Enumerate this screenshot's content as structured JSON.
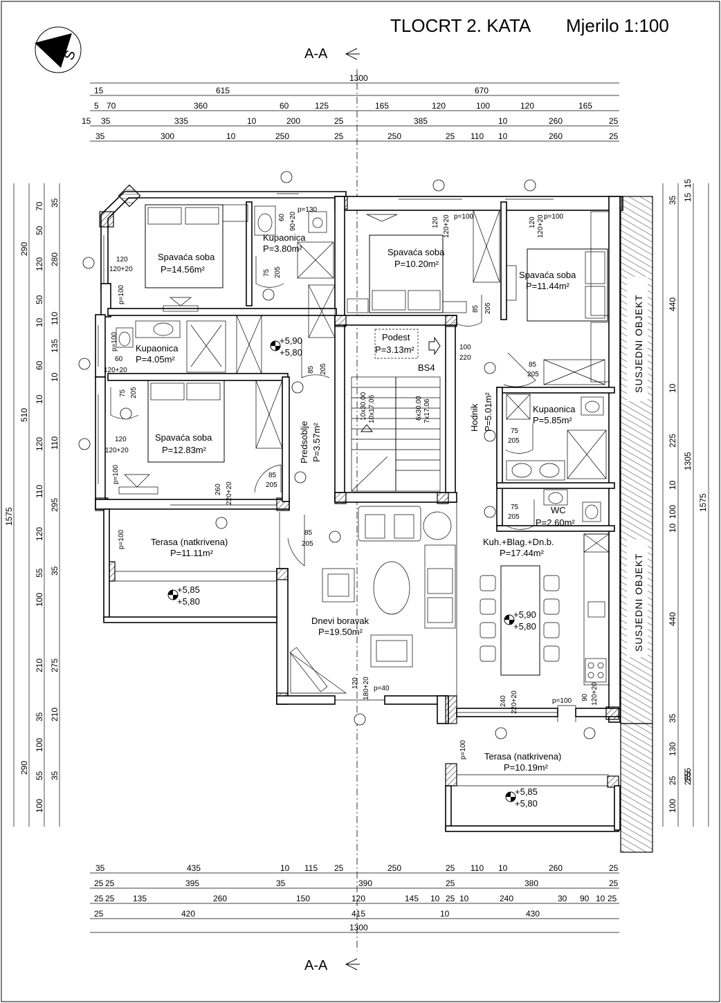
{
  "title": {
    "main": "TLOCRT 2. KATA",
    "scale": "Mjerilo 1:100"
  },
  "compass": {
    "label": "S"
  },
  "section": {
    "label": "A-A"
  },
  "labels": {
    "neighbor": "SUSJEDNI OBJEKT",
    "section_tag": "BS4"
  },
  "rooms": [
    {
      "name": "Spavaća soba",
      "area": "P=14.56m²"
    },
    {
      "name": "Kupaonica",
      "area": "P=3.80m²"
    },
    {
      "name": "Spavaća soba",
      "area": "P=10.20m²"
    },
    {
      "name": "Spavaća soba",
      "area": "P=11.44m²"
    },
    {
      "name": "Kupaonica",
      "area": "P=4.05m²"
    },
    {
      "name": "Podest",
      "area": "P=3.13m²"
    },
    {
      "name": "Spavaća soba",
      "area": "P=12.83m²"
    },
    {
      "name": "Predsoblje",
      "area": "P=3.57m²"
    },
    {
      "name": "Hodnik",
      "area": "P=5.01m²"
    },
    {
      "name": "Kupaonica",
      "area": "P=5.85m²"
    },
    {
      "name": "WC",
      "area": "P=2.60m²"
    },
    {
      "name": "Terasa (natkrivena)",
      "area": "P=11.11m²"
    },
    {
      "name": "Kuh.+Blag.+Dn.b.",
      "area": "P=17.44m²"
    },
    {
      "name": "Dnevi boravak",
      "area": "P=19.50m²"
    },
    {
      "name": "Terasa (natkrivena)",
      "area": "P=10.19m²"
    }
  ],
  "levels": [
    {
      "top": "+5,90",
      "bottom": "+5,80"
    },
    {
      "top": "+5,85",
      "bottom": "+5,80"
    },
    {
      "top": "+5,90",
      "bottom": "+5,80"
    },
    {
      "top": "+5,85",
      "bottom": "+5,80"
    }
  ],
  "stairs": {
    "left": [
      "10x30.00",
      "10x17.06"
    ],
    "right": [
      "6x30.00",
      "7x17.06"
    ]
  },
  "notes": [
    "120",
    "120+20",
    "p=100",
    "p=130",
    "60",
    "90+20",
    "75",
    "205",
    "120",
    "120+20",
    "p=100",
    "120",
    "120+20",
    "p=100",
    "85",
    "205",
    "100",
    "220",
    "p=100",
    "60",
    "120+20",
    "85",
    "205",
    "75",
    "205",
    "85",
    "205",
    "120",
    "120+20",
    "p=100",
    "75",
    "205",
    "85",
    "205",
    "260",
    "220+20",
    "75",
    "205",
    "85",
    "205",
    "p=100",
    "120",
    "180+20",
    "p=40",
    "240",
    "220+20",
    "p=100",
    "90",
    "120+20",
    "p=100"
  ],
  "dims": {
    "total_top": "1300",
    "total_bottom": "1300",
    "top": {
      "r1": [
        "15",
        "615",
        "670"
      ],
      "r2": [
        "5",
        "70",
        "360",
        "60",
        "125",
        "165",
        "120",
        "100",
        "120",
        "165"
      ],
      "r3": [
        "15",
        "35",
        "335",
        "10",
        "200",
        "25",
        "385",
        "10",
        "260",
        "25"
      ],
      "r4": [
        "35",
        "300",
        "10",
        "250",
        "25",
        "250",
        "25",
        "110",
        "10",
        "260",
        "25"
      ]
    },
    "bottom": {
      "r1": [
        "35",
        "435",
        "10",
        "115",
        "25",
        "250",
        "25",
        "110",
        "10",
        "260",
        "25"
      ],
      "r2": [
        "25",
        "25",
        "395",
        "35",
        "390",
        "25",
        "380",
        "25"
      ],
      "r3": [
        "25",
        "25",
        "135",
        "260",
        "150",
        "120",
        "145",
        "10",
        "25",
        "10",
        "240",
        "30",
        "90",
        "10",
        "25"
      ],
      "r4": [
        "25",
        "420",
        "415",
        "10",
        "430"
      ]
    },
    "left": {
      "total": "1575",
      "c1": [
        "290",
        "510",
        "290"
      ],
      "c2": [
        "70",
        "50",
        "120",
        "50",
        "10",
        "60",
        "10",
        "120",
        "110",
        "120",
        "55",
        "100",
        "210",
        "35",
        "100",
        "55",
        "100"
      ],
      "c3": [
        "35",
        "280",
        "110",
        "135",
        "10",
        "110",
        "295",
        "35",
        "275",
        "210",
        "35"
      ]
    },
    "right": {
      "total": "1575",
      "c1": [
        "35",
        "440",
        "10",
        "225",
        "10",
        "100",
        "10",
        "440",
        "35",
        "130",
        "25",
        "100"
      ],
      "c2": [
        "15",
        "15",
        "1305",
        "255",
        "255"
      ]
    }
  }
}
